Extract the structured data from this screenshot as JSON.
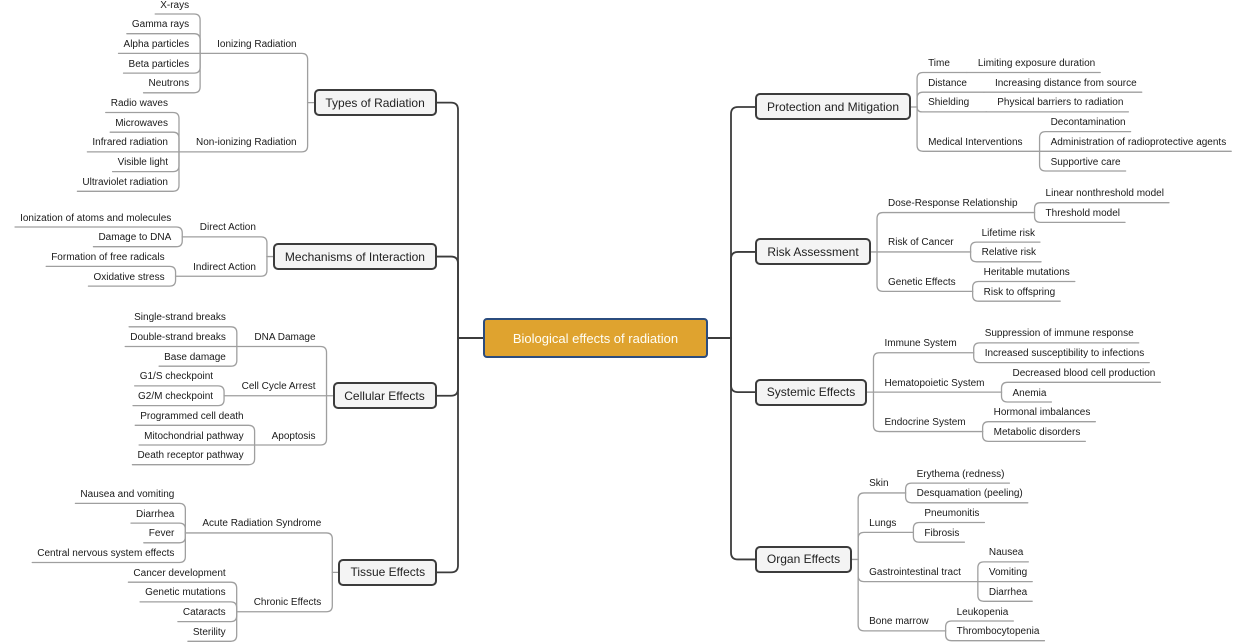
{
  "root": {
    "label": "Biological effects of radiation"
  },
  "left": [
    {
      "label": "Types of Radiation",
      "children": [
        {
          "label": "Ionizing Radiation",
          "children": [
            {
              "label": "X-rays"
            },
            {
              "label": "Gamma rays"
            },
            {
              "label": "Alpha particles"
            },
            {
              "label": "Beta particles"
            },
            {
              "label": "Neutrons"
            }
          ]
        },
        {
          "label": "Non-ionizing Radiation",
          "children": [
            {
              "label": "Radio waves"
            },
            {
              "label": "Microwaves"
            },
            {
              "label": "Infrared radiation"
            },
            {
              "label": "Visible light"
            },
            {
              "label": "Ultraviolet radiation"
            }
          ]
        }
      ]
    },
    {
      "label": "Mechanisms of Interaction",
      "children": [
        {
          "label": "Direct Action",
          "children": [
            {
              "label": "Ionization of atoms and molecules"
            },
            {
              "label": "Damage to DNA"
            }
          ]
        },
        {
          "label": "Indirect Action",
          "children": [
            {
              "label": "Formation of free radicals"
            },
            {
              "label": "Oxidative stress"
            }
          ]
        }
      ]
    },
    {
      "label": "Cellular Effects",
      "children": [
        {
          "label": "DNA Damage",
          "children": [
            {
              "label": "Single-strand breaks"
            },
            {
              "label": "Double-strand breaks"
            },
            {
              "label": "Base damage"
            }
          ]
        },
        {
          "label": "Cell Cycle Arrest",
          "children": [
            {
              "label": "G1/S checkpoint"
            },
            {
              "label": "G2/M checkpoint"
            }
          ]
        },
        {
          "label": "Apoptosis",
          "children": [
            {
              "label": "Programmed cell death"
            },
            {
              "label": "Mitochondrial pathway"
            },
            {
              "label": "Death receptor pathway"
            }
          ]
        }
      ]
    },
    {
      "label": "Tissue Effects",
      "children": [
        {
          "label": "Acute Radiation Syndrome",
          "children": [
            {
              "label": "Nausea and vomiting"
            },
            {
              "label": "Diarrhea"
            },
            {
              "label": "Fever"
            },
            {
              "label": "Central nervous system effects"
            }
          ]
        },
        {
          "label": "Chronic Effects",
          "children": [
            {
              "label": "Cancer development"
            },
            {
              "label": "Genetic mutations"
            },
            {
              "label": "Cataracts"
            },
            {
              "label": "Sterility"
            }
          ]
        }
      ]
    }
  ],
  "right": [
    {
      "label": "Protection and Mitigation",
      "children": [
        {
          "label": "Time",
          "children": [
            {
              "label": "Limiting exposure duration"
            }
          ]
        },
        {
          "label": "Distance",
          "children": [
            {
              "label": "Increasing distance from source"
            }
          ]
        },
        {
          "label": "Shielding",
          "children": [
            {
              "label": "Physical barriers to radiation"
            }
          ]
        },
        {
          "label": "Medical Interventions",
          "children": [
            {
              "label": "Decontamination"
            },
            {
              "label": "Administration of radioprotective agents"
            },
            {
              "label": "Supportive care"
            }
          ]
        }
      ]
    },
    {
      "label": "Risk Assessment",
      "children": [
        {
          "label": "Dose-Response Relationship",
          "children": [
            {
              "label": "Linear nonthreshold model"
            },
            {
              "label": "Threshold model"
            }
          ]
        },
        {
          "label": "Risk of Cancer",
          "children": [
            {
              "label": "Lifetime risk"
            },
            {
              "label": "Relative risk"
            }
          ]
        },
        {
          "label": "Genetic Effects",
          "children": [
            {
              "label": "Heritable mutations"
            },
            {
              "label": "Risk to offspring"
            }
          ]
        }
      ]
    },
    {
      "label": "Systemic Effects",
      "children": [
        {
          "label": "Immune System",
          "children": [
            {
              "label": "Suppression of immune response"
            },
            {
              "label": "Increased susceptibility to infections"
            }
          ]
        },
        {
          "label": "Hematopoietic System",
          "children": [
            {
              "label": "Decreased blood cell production"
            },
            {
              "label": "Anemia"
            }
          ]
        },
        {
          "label": "Endocrine System",
          "children": [
            {
              "label": "Hormonal imbalances"
            },
            {
              "label": "Metabolic disorders"
            }
          ]
        }
      ]
    },
    {
      "label": "Organ Effects",
      "children": [
        {
          "label": "Skin",
          "children": [
            {
              "label": "Erythema (redness)"
            },
            {
              "label": "Desquamation (peeling)"
            }
          ]
        },
        {
          "label": "Lungs",
          "children": [
            {
              "label": "Pneumonitis"
            },
            {
              "label": "Fibrosis"
            }
          ]
        },
        {
          "label": "Gastrointestinal tract",
          "children": [
            {
              "label": "Nausea"
            },
            {
              "label": "Vomiting"
            },
            {
              "label": "Diarrhea"
            }
          ]
        },
        {
          "label": "Bone marrow",
          "children": [
            {
              "label": "Leukopenia"
            },
            {
              "label": "Thrombocytopenia"
            }
          ]
        }
      ]
    }
  ],
  "colors": {
    "background": "#ffffff",
    "trunk_line": "#3c3c3c",
    "branch_line": "#9f9f9f",
    "box_fill": "#f4f4f4",
    "box_border": "#3c3c3c",
    "box_text": "#222222",
    "label_text": "#1a1a1a",
    "root_fill": "#dfa32f",
    "root_border": "#2b4c7e",
    "root_text": "#fffef6"
  }
}
